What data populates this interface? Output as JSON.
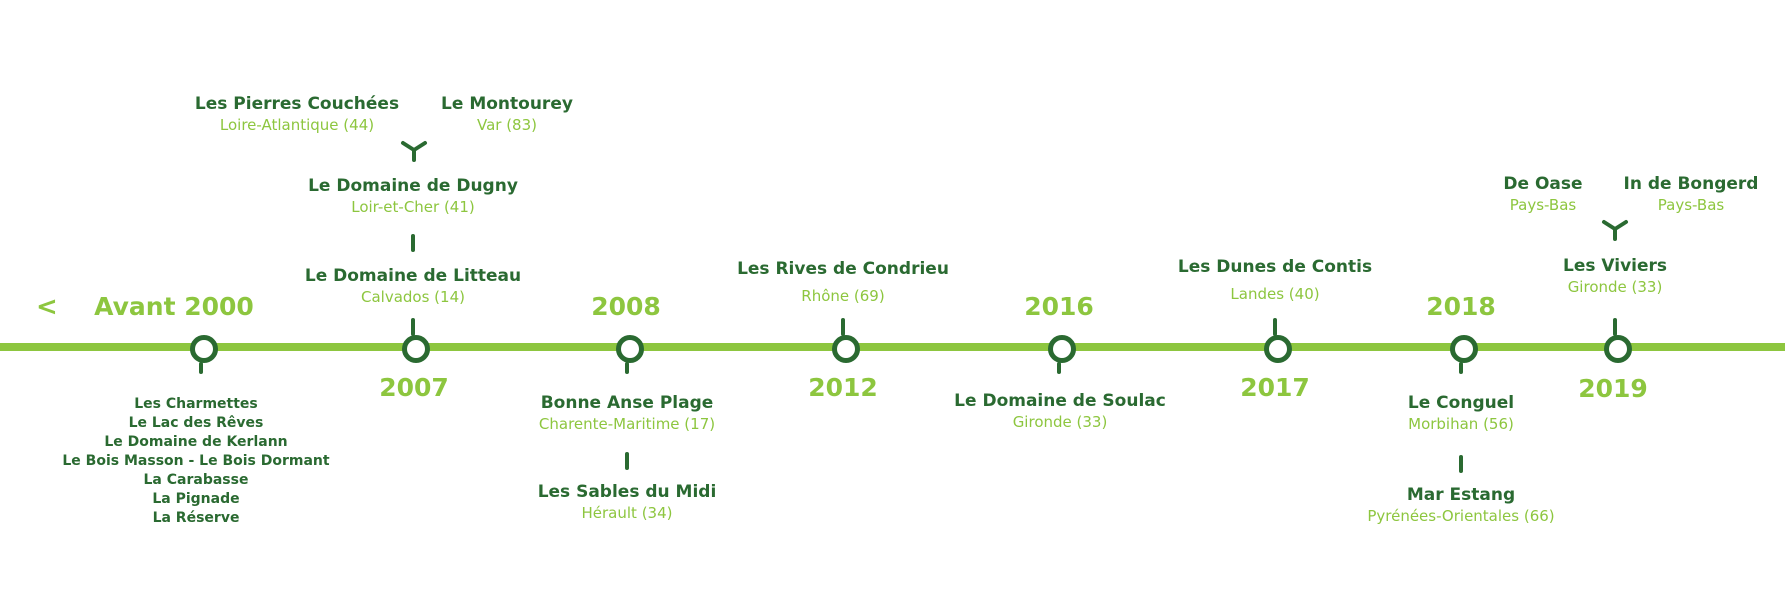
{
  "nav": {
    "back_label": "<"
  },
  "timeline": {
    "avant": {
      "label": "Avant 2000",
      "camps": [
        "Les Charmettes",
        "Le Lac des Rêves",
        "Le Domaine de Kerlann",
        "Le Bois Masson - Le Bois Dormant",
        "La Carabasse",
        "La Pignade",
        "La Réserve"
      ]
    },
    "y2007": {
      "label": "2007",
      "litteau": {
        "name": "Le Domaine de Litteau",
        "region": "Calvados (14)"
      },
      "dugny": {
        "name": "Le Domaine de Dugny",
        "region": "Loir-et-Cher (41)"
      },
      "pierres": {
        "name": "Les Pierres Couchées",
        "region": "Loire-Atlantique (44)"
      },
      "montourey": {
        "name": "Le Montourey",
        "region": "Var (83)"
      }
    },
    "y2008": {
      "label": "2008",
      "bonne": {
        "name": "Bonne Anse Plage",
        "region": "Charente-Maritime (17)"
      },
      "sables": {
        "name": "Les Sables du Midi",
        "region": "Hérault (34)"
      }
    },
    "y2012": {
      "label": "2012",
      "rives": {
        "name": "Les Rives de Condrieu",
        "region": "Rhône (69)"
      }
    },
    "y2016": {
      "label": "2016",
      "soulac": {
        "name": "Le Domaine de Soulac",
        "region": "Gironde (33)"
      }
    },
    "y2017": {
      "label": "2017",
      "dunes": {
        "name": "Les Dunes de Contis",
        "region": "Landes (40)"
      }
    },
    "y2018": {
      "label": "2018",
      "conguel": {
        "name": "Le Conguel",
        "region": "Morbihan (56)"
      },
      "marestang": {
        "name": "Mar Estang",
        "region": "Pyrénées-Orientales (66)"
      }
    },
    "y2019": {
      "label": "2019",
      "viviers": {
        "name": "Les Viviers",
        "region": "Gironde (33)"
      },
      "oase": {
        "name": "De Oase",
        "region": "Pays-Bas"
      },
      "bongerd": {
        "name": "In de Bongerd",
        "region": "Pays-Bas"
      }
    }
  },
  "colors": {
    "dark_green": "#2a6a31",
    "light_green": "#8dc63f"
  }
}
